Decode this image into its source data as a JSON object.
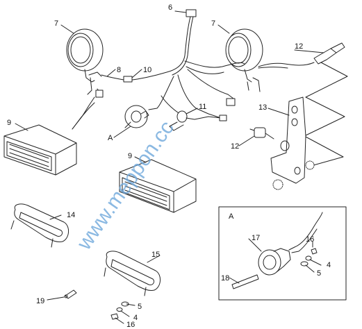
{
  "labels": {
    "l1": "7",
    "l2": "7",
    "l3": "6",
    "l4": "8",
    "l5": "10",
    "l6": "12",
    "l7": "9",
    "l8": "11",
    "l9": "13",
    "l10": "A",
    "l11": "12",
    "l12": "9",
    "l13": "14",
    "l14": "A",
    "l15": "17",
    "l16": "16",
    "l17": "4",
    "l18": "5",
    "l19": "18",
    "l20": "15",
    "l21": "5",
    "l22": "19",
    "l23": "4",
    "l24": "16"
  },
  "watermark": "www.meppon.cc",
  "inset_box": {
    "label": "A"
  },
  "colors": {
    "line": "#222222",
    "watermark": "#6fa8dc"
  }
}
